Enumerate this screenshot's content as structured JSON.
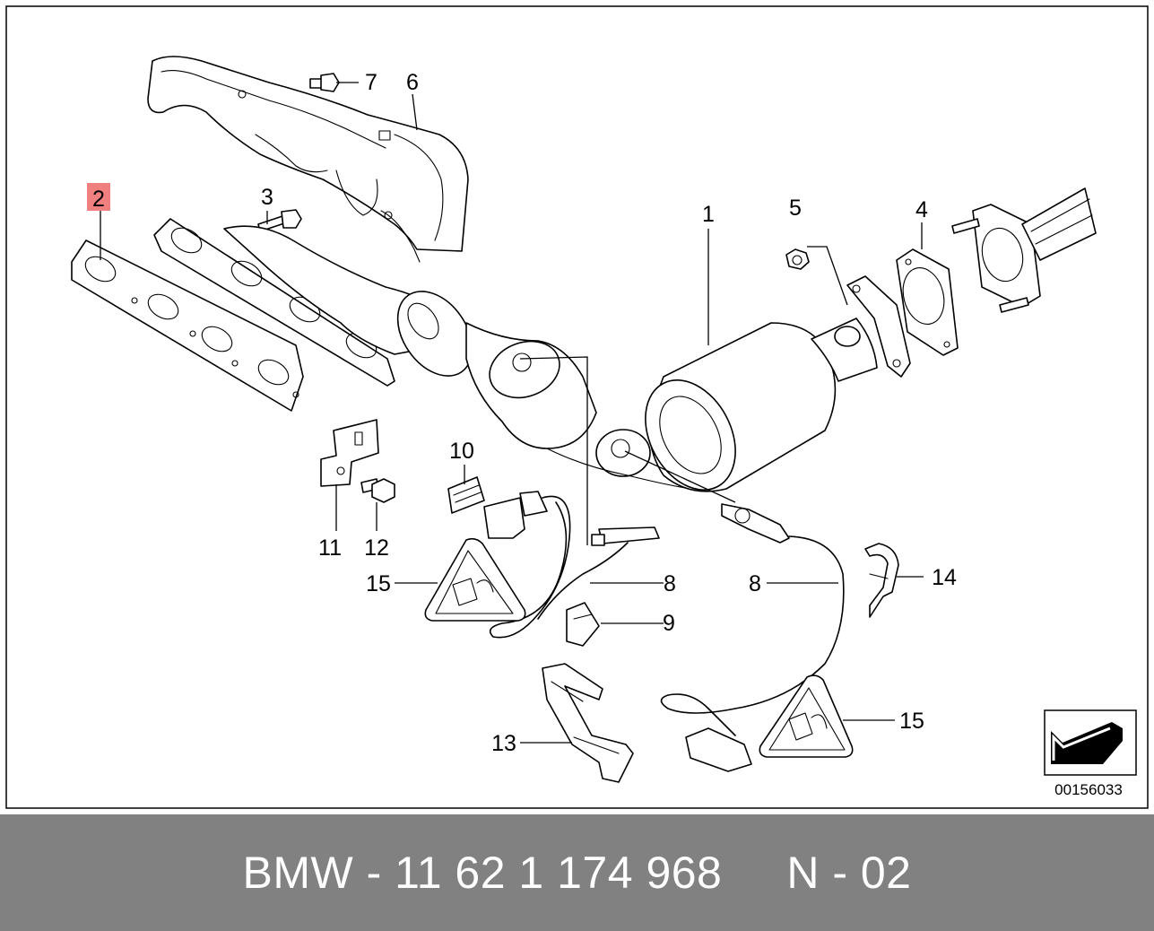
{
  "diagram": {
    "callouts": {
      "c1": "1",
      "c2": "2",
      "c3": "3",
      "c4": "4",
      "c5": "5",
      "c6": "6",
      "c7": "7",
      "c8a": "8",
      "c8b": "8",
      "c9": "9",
      "c10": "10",
      "c11": "11",
      "c12": "12",
      "c13": "13",
      "c14": "14",
      "c15a": "15",
      "c15b": "15"
    },
    "highlighted_callout": "2",
    "highlight_color": "#f08080",
    "reference_code": "00156033"
  },
  "footer": {
    "text": "BMW - 11 62 1 174 968     N - 02",
    "background": "#818181",
    "text_color": "#ffffff"
  }
}
